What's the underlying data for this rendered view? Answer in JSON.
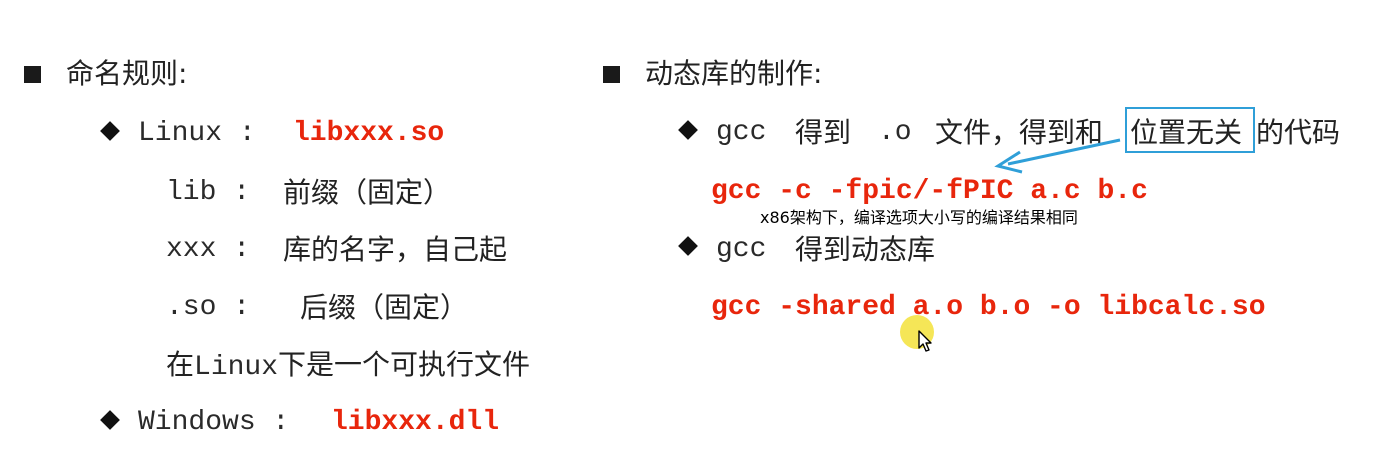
{
  "left": {
    "heading": "命名规则:",
    "linux_label": "Linux :",
    "linux_value": "libxxx.so",
    "prefix_code": "lib :",
    "prefix_desc": "前缀（固定）",
    "name_code": "xxx :",
    "name_desc": "库的名字，自己起",
    "suffix_code": ".so  :",
    "suffix_desc": "后缀（固定）",
    "exec_pre": "在",
    "exec_code": "Linux",
    "exec_post": "下是一个可执行文件",
    "windows_label": "Windows :",
    "windows_value": "libxxx.dll"
  },
  "right": {
    "heading": "动态库的制作:",
    "step1_pre": "gcc",
    "step1_mid": "得到",
    "step1_code": ".o",
    "step1_text1": "文件，得到和",
    "step1_highlight": "位置无关",
    "step1_text2": "的代码",
    "cmd1": "gcc -c -fpic/-fPIC a.c b.c",
    "note": "x86架构下，编译选项大小写的编译结果相同",
    "step2_pre": "gcc",
    "step2_text": "得到动态库",
    "cmd2": "gcc -shared a.o b.o -o libcalc.so"
  },
  "icons": {
    "square": "square-bullet-icon",
    "diamond": "diamond-bullet-icon",
    "arrow": "arrow-annotation-icon",
    "cursor": "mouse-cursor-icon"
  },
  "colors": {
    "accent_red": "#e8260c",
    "annotation_blue": "#2f9fd8",
    "cursor_highlight": "#f3e23a"
  }
}
